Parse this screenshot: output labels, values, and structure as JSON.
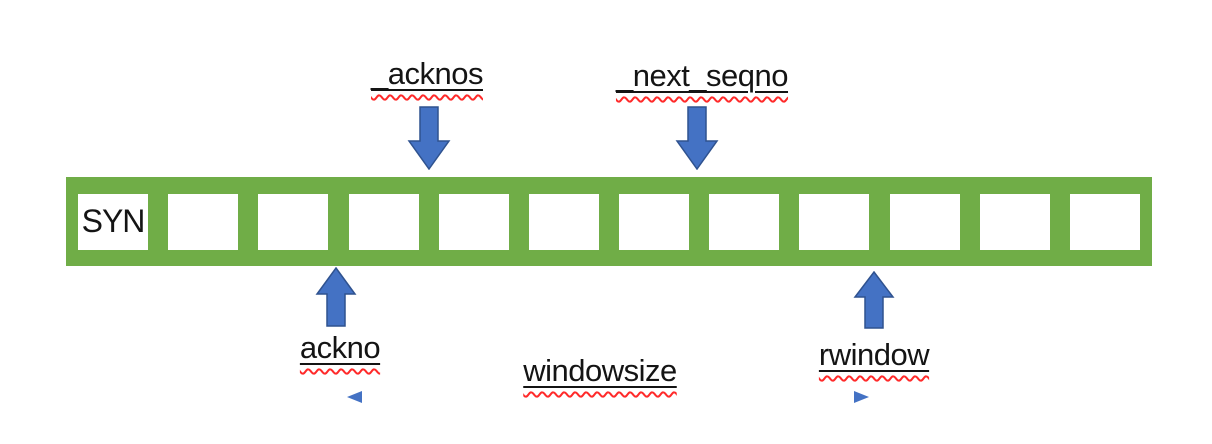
{
  "labels": {
    "acknos": "_acknos",
    "next_seqno": "_next_seqno",
    "ackno": "ackno",
    "rwindow": "rwindow",
    "windowsize": "windowsize"
  },
  "buffer": {
    "cells": [
      "SYN",
      "",
      "",
      "",
      "",
      "",
      "",
      "",
      "",
      "",
      "",
      ""
    ]
  },
  "colors": {
    "bar_green": "#70AD47",
    "arrow_blue": "#4472C4",
    "arrow_border": "#2F528F",
    "underline_wave_red": "#FF2A2A",
    "range_line_blue": "#8FAADC"
  }
}
